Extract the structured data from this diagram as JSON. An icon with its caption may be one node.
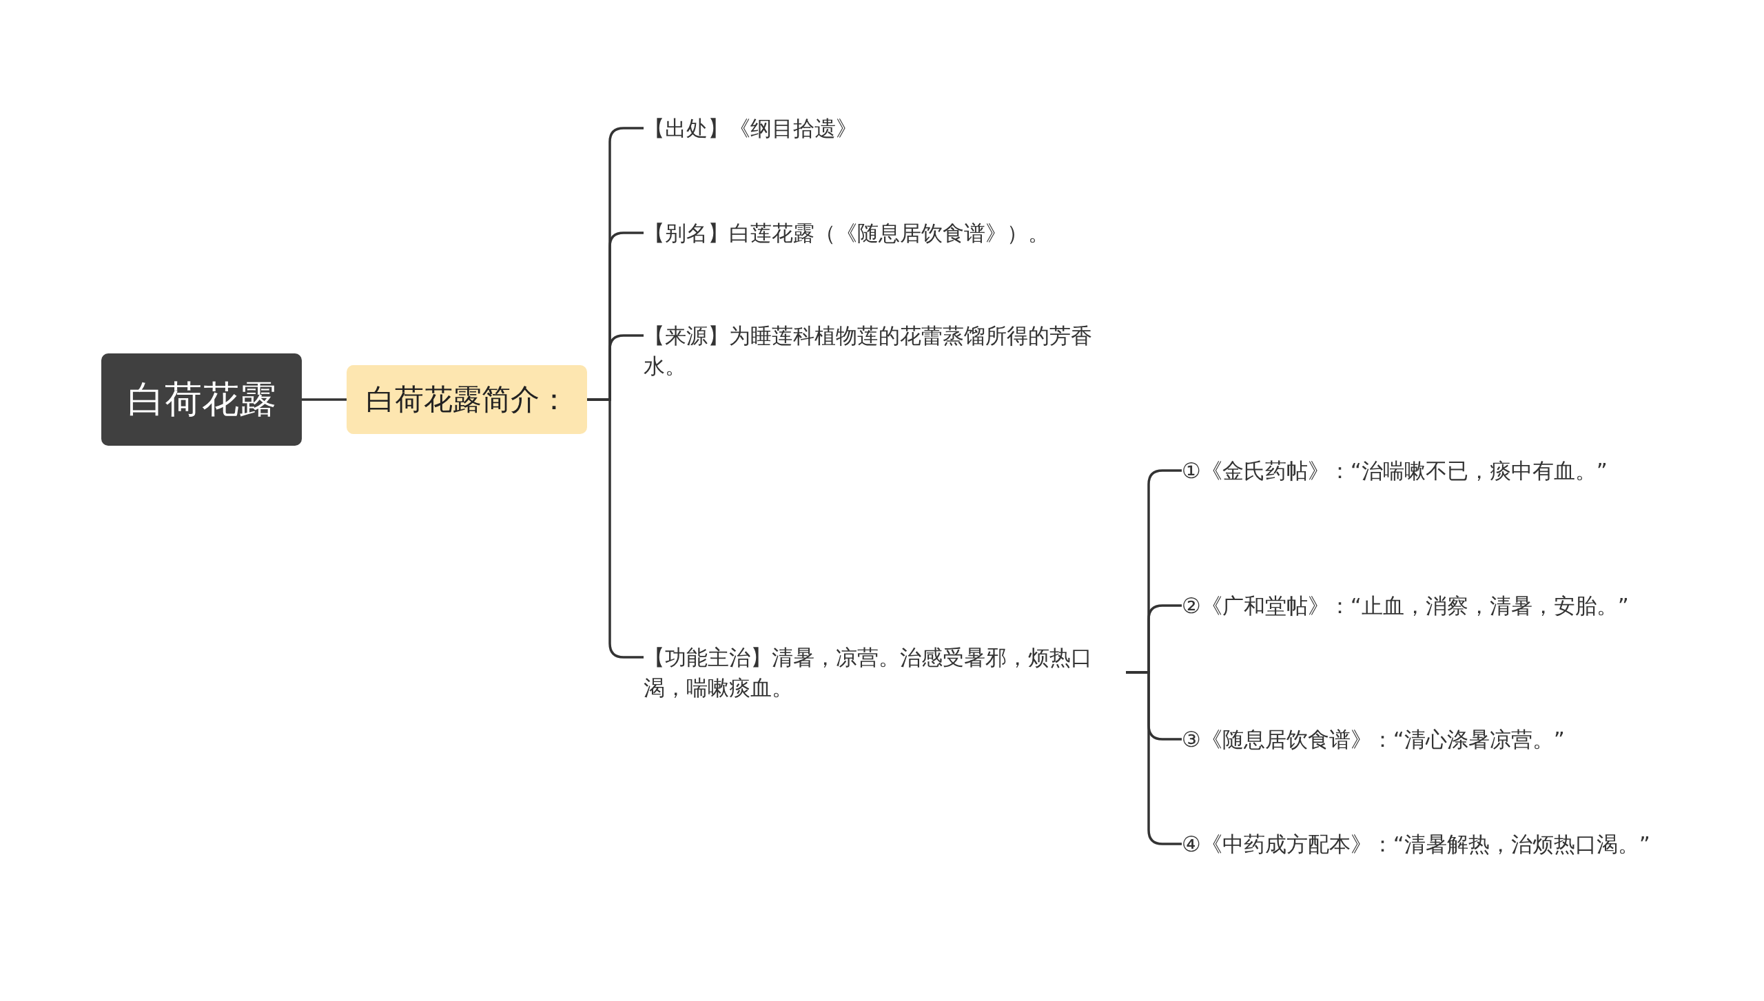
{
  "diagram": {
    "nodes": [
      {
        "text": [
          "白荷花露"
        ]
      },
      {
        "text": [
          "白荷花露简介："
        ]
      },
      {
        "text": [
          "【出处】《纲目拾遗》"
        ]
      },
      {
        "text": [
          "【别名】白莲花露（《随息居饮食谱》）。"
        ]
      },
      {
        "text": [
          "【来源】为睡莲科植物莲的花蕾蒸馏所得的芳香水。"
        ]
      },
      {
        "text": [
          "【功能主治】清暑，凉营。治感受暑邪，烦热口渴，喘嗽痰血。"
        ]
      },
      {
        "text": [
          "①《金氏药帖》：“治喘嗽不已，痰中有血。”"
        ]
      },
      {
        "text": [
          "②《广和堂帖》：“止血，消察，清暑，安胎。”"
        ]
      },
      {
        "text": [
          "③《随息居饮食谱》：“清心涤暑凉营。”"
        ]
      },
      {
        "text": [
          "④《中药成方配本》：“清暑解热，治烦热口渴。”"
        ]
      }
    ],
    "edges": [
      {
        "from": 0,
        "to": 1,
        "arrow": "none"
      },
      {
        "from": 1,
        "to": 2,
        "arrow": "none"
      },
      {
        "from": 1,
        "to": 3,
        "arrow": "none"
      },
      {
        "from": 1,
        "to": 4,
        "arrow": "none"
      },
      {
        "from": 1,
        "to": 5,
        "arrow": "none"
      },
      {
        "from": 5,
        "to": 6,
        "arrow": "none"
      },
      {
        "from": 5,
        "to": 7,
        "arrow": "none"
      },
      {
        "from": 5,
        "to": 8,
        "arrow": "none"
      },
      {
        "from": 5,
        "to": 9,
        "arrow": "none"
      }
    ]
  }
}
